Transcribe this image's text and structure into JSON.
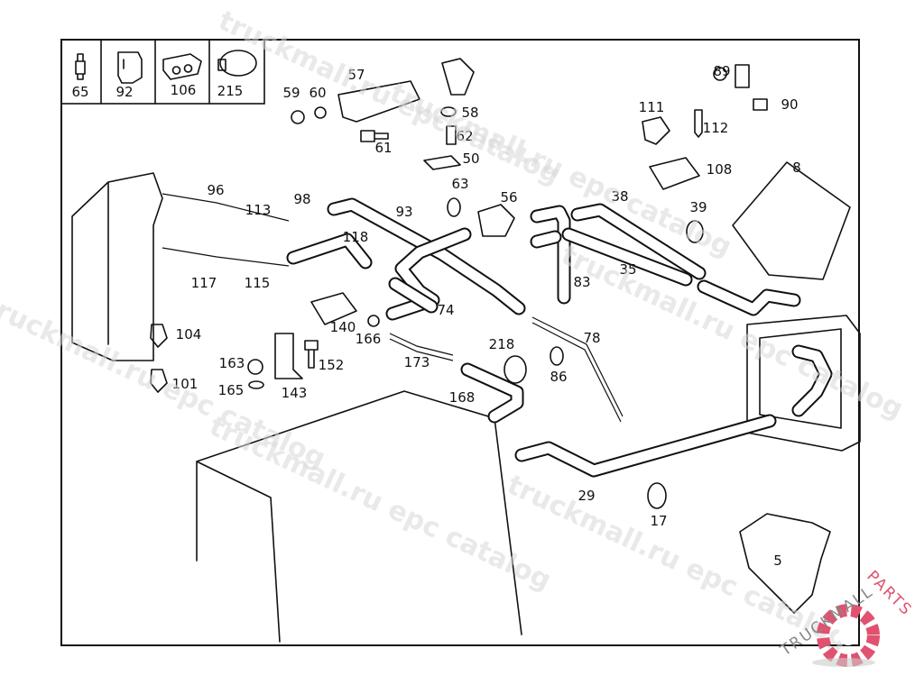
{
  "diagram": {
    "parts_legend": [
      "65",
      "92",
      "106",
      "215"
    ],
    "callouts": [
      "57",
      "59",
      "60",
      "58",
      "62",
      "61",
      "50",
      "89",
      "90",
      "111",
      "112",
      "108",
      "8",
      "96",
      "113",
      "98",
      "93",
      "63",
      "56",
      "38",
      "39",
      "118",
      "117",
      "115",
      "35",
      "83",
      "74",
      "140",
      "166",
      "78",
      "104",
      "218",
      "86",
      "163",
      "152",
      "173",
      "101",
      "165",
      "143",
      "168",
      "29",
      "17",
      "5"
    ],
    "watermark_text": "truckmall.ru epc catalog",
    "logo": {
      "text_left": "TRUCKMALL",
      "text_right": "PARTS",
      "brand_color": "#e0526f",
      "icon": "gear-icon"
    }
  }
}
